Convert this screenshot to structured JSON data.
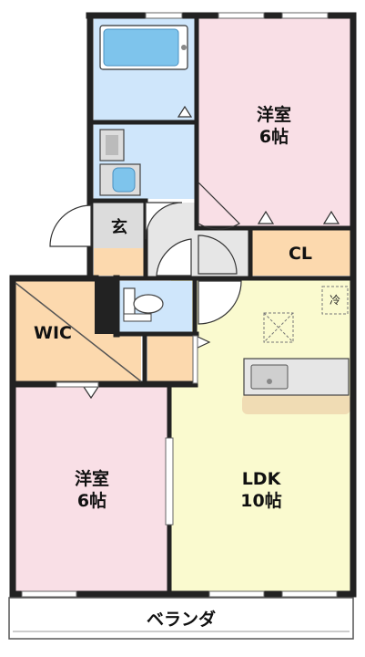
{
  "rooms": {
    "western_room_top": {
      "name": "洋室",
      "size": "6帖",
      "color": "#f9dfe6"
    },
    "western_room_bottom": {
      "name": "洋室",
      "size": "6帖",
      "color": "#f9dfe6"
    },
    "ldk": {
      "name": "LDK",
      "size": "10帖",
      "color": "#fafacf"
    },
    "closet": {
      "name": "CL",
      "color": "#fcd9ae"
    },
    "walk_in_closet": {
      "name": "WIC",
      "color": "#fcd9ae"
    },
    "entrance": {
      "name": "玄",
      "color": "#dcdcdc"
    },
    "bathroom": {
      "color": "#cfe6fb"
    },
    "fridge": {
      "name": "冷"
    }
  },
  "veranda": {
    "name": "ベランダ"
  },
  "colors": {
    "wall": "#222222",
    "floor_gray": "#e6e6e6",
    "tub": "#7ec4ec"
  }
}
